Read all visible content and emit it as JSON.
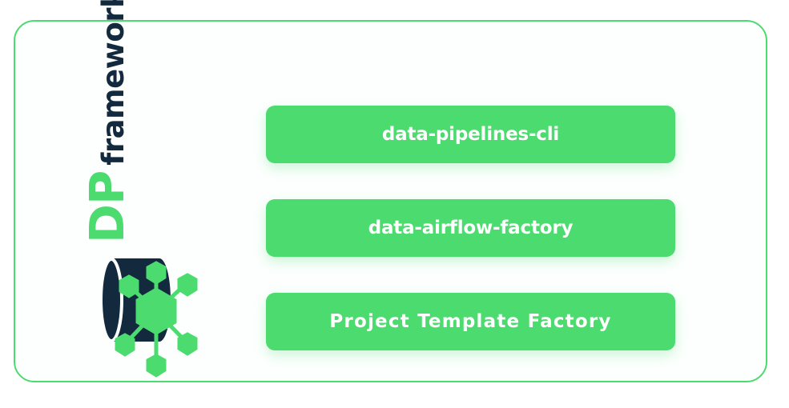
{
  "panel": {
    "border_color": "#4BDB6E",
    "background_color": "#fdfffe"
  },
  "brand": {
    "abbreviation": "DP",
    "wordmark": "framework",
    "abbreviation_color": "#4BDB6E",
    "wordmark_color": "#13293D",
    "mark_icon": "database-node-network-icon",
    "mark_cylinder_color": "#13293D",
    "mark_node_color": "#4BDB6E"
  },
  "modules": [
    {
      "label": "data-pipelines-cli",
      "style": "lowercase-hyphenated"
    },
    {
      "label": "data-airflow-factory",
      "style": "lowercase-hyphenated"
    },
    {
      "label": "Project Template Factory",
      "style": "title-case-spaced"
    }
  ],
  "colors": {
    "accent_green": "#4BDB6E",
    "dark_navy": "#13293D",
    "button_text": "#FFFFFF",
    "page_background": "#FFFFFF"
  }
}
